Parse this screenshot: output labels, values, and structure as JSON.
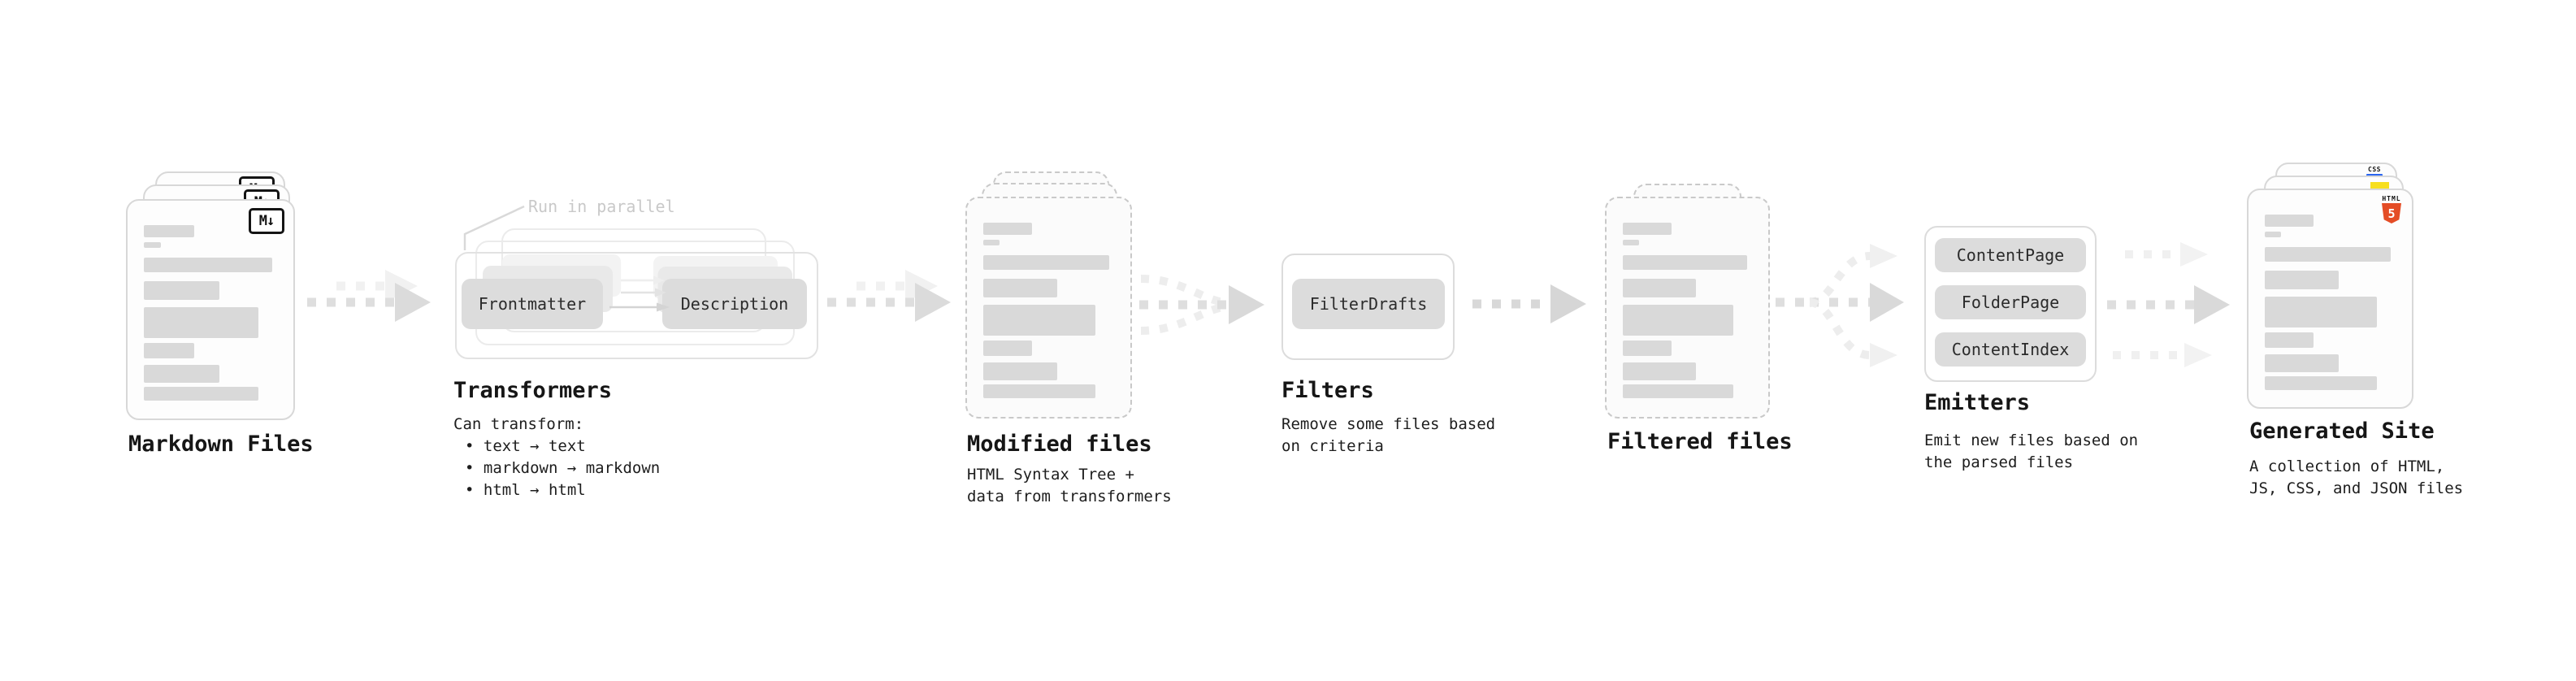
{
  "colors": {
    "card_border": "#d8d8d8",
    "dashed_border": "#c9c9c9",
    "bar_gray": "#d9d9d9",
    "chip_gray": "#dcdcdc",
    "arrow_gray": "#dedede",
    "arrow_faint": "#f1f1f1",
    "note_gray": "#c9c9c9",
    "text_dark": "#161616",
    "html5_orange": "#e44d26",
    "js_yellow": "#f7df1e",
    "css_blue": "#2965f1"
  },
  "stages": {
    "markdown_files": {
      "title": "Markdown Files",
      "badge": "M↓"
    },
    "transformers": {
      "title": "Transformers",
      "note": "Run in parallel",
      "input_chip": "Frontmatter",
      "output_chip": "Description",
      "heading": "Can transform:",
      "bullets": [
        "• text → text",
        "• markdown → markdown",
        "• html → html"
      ]
    },
    "modified_files": {
      "title": "Modified files",
      "subtitle": "HTML Syntax Tree +\ndata from transformers"
    },
    "filters": {
      "title": "Filters",
      "chip": "FilterDrafts",
      "subtitle": "Remove some files based\non criteria"
    },
    "filtered_files": {
      "title": "Filtered files"
    },
    "emitters": {
      "title": "Emitters",
      "chips": [
        "ContentPage",
        "FolderPage",
        "ContentIndex"
      ],
      "subtitle": "Emit new files based on\nthe parsed files"
    },
    "generated_site": {
      "title": "Generated Site",
      "subtitle": "A collection of HTML,\nJS, CSS, and JSON files",
      "html5_badge": {
        "label": "HTML",
        "number": "5"
      },
      "css_badge": "CSS"
    }
  }
}
